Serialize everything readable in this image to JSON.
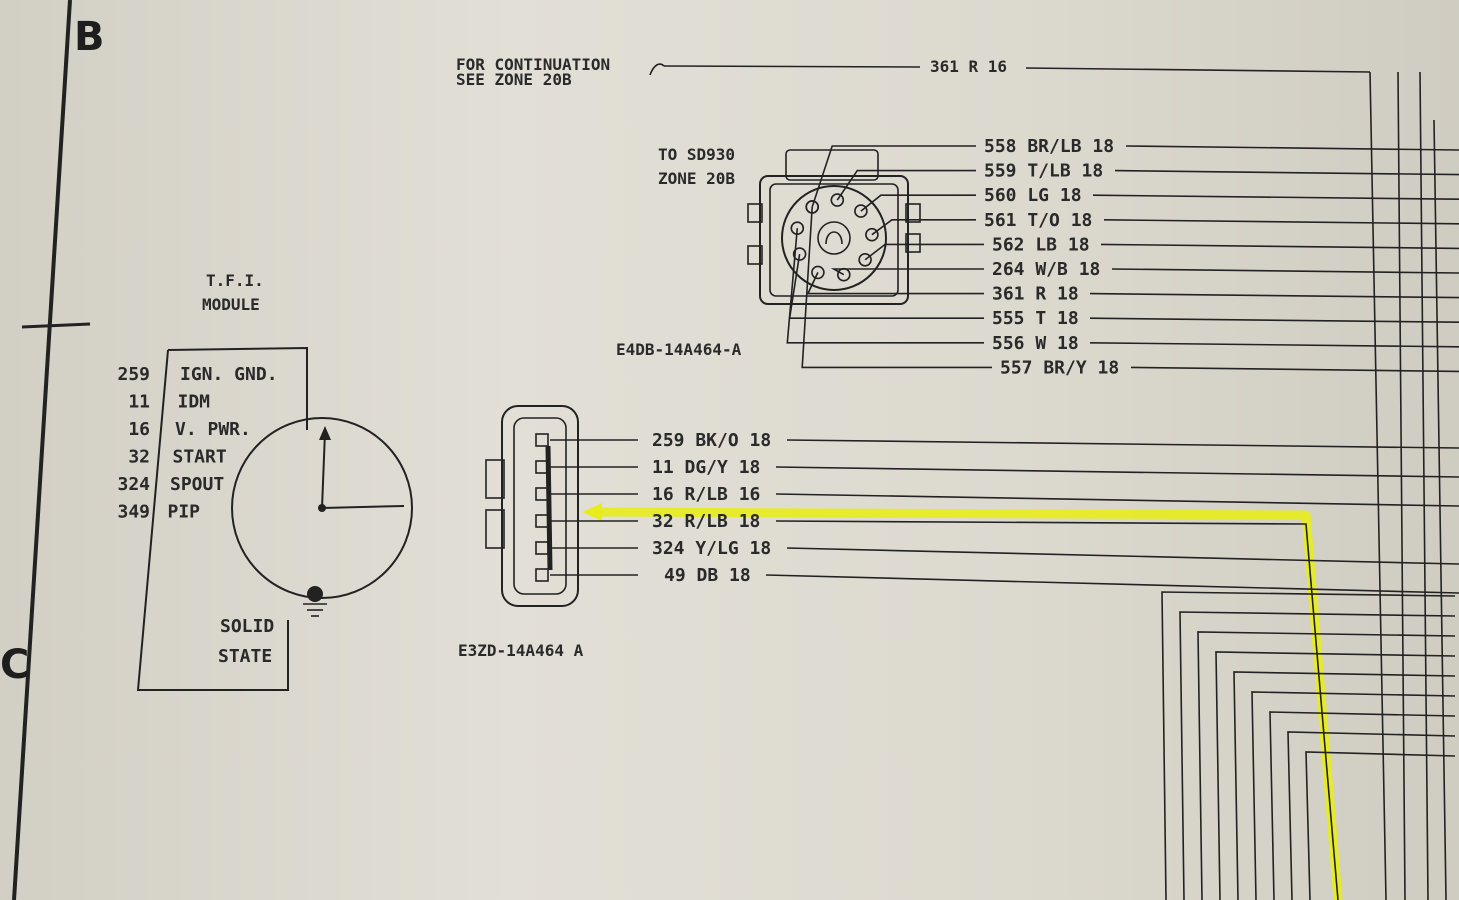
{
  "zones": {
    "b": "B",
    "c": "C"
  },
  "continuation": {
    "line1": "FOR CONTINUATION",
    "line2": "SEE ZONE 20B",
    "wire": "361 R 16"
  },
  "to_connector": {
    "line1": "TO SD930",
    "line2": "ZONE 20B"
  },
  "round_connector": {
    "part": "E4DB-14A464-A",
    "wires": [
      "558 BR/LB 18",
      "559 T/LB 18",
      "560 LG 18",
      "561 T/O 18",
      "562 LB 18",
      "264 W/B 18",
      "361 R 18",
      "555 T 18",
      "556 W 18",
      "557 BR/Y 18"
    ]
  },
  "tfi_module": {
    "title_line1": "T.F.I.",
    "title_line2": "MODULE",
    "pins": [
      {
        "num": "259",
        "name": "IGN. GND."
      },
      {
        "num": "11",
        "name": "IDM"
      },
      {
        "num": "16",
        "name": "V. PWR."
      },
      {
        "num": "32",
        "name": "START"
      },
      {
        "num": "324",
        "name": "SPOUT"
      },
      {
        "num": "349",
        "name": "PIP"
      }
    ],
    "footer_line1": "SOLID",
    "footer_line2": "STATE"
  },
  "rect_connector": {
    "part": "E3ZD-14A464 A",
    "wires": [
      "259 BK/O 18",
      "11 DG/Y 18",
      "16 R/LB 16",
      "32 R/LB 18",
      "324 Y/LG 18",
      "49 DB 18"
    ]
  },
  "highlight": {
    "wire": "32 R/LB 18",
    "color": "#e8ec1c"
  }
}
